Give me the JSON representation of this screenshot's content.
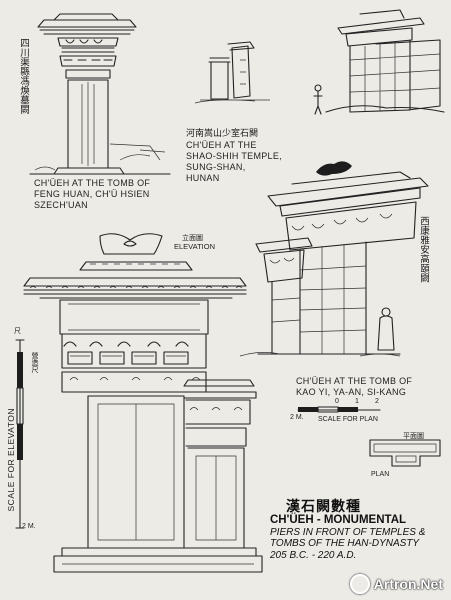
{
  "captions": {
    "fenghuan": "CH'ÜEH AT THE TOMB OF\nFENG HUAN, CH'Ü HSIEN\nSZECH'UAN",
    "shaoshih": "CH'ÜEH AT THE\nSHAO-SHIH TEMPLE,\nSUNG-SHAN,\nHUNAN",
    "kaoyi": "CH'ÜEH AT THE TOMB OF\nKAO YI, YA-AN, SI-KANG"
  },
  "chinese_labels": {
    "fenghuan": "四川渠縣馮煥墓闕",
    "shaoshih": "河南嵩山少室石闕",
    "kaoyi": "西康雅安高頤闕",
    "elevation": "立面圖",
    "plan": "平面圖",
    "scale_vertical": "營造尺"
  },
  "drawing_labels": {
    "elevation": "ELEVATION",
    "plan": "PLAN",
    "scale_for_plan": "SCALE FOR PLAN",
    "scale_for_elevation": "SCALE FOR ELEVATON",
    "scale_plan_ticks": [
      "2 M.",
      "0",
      "1",
      "2"
    ],
    "scale_elev_top": "尺",
    "scale_elev_bottom": "2 M."
  },
  "title": {
    "chinese": "漢石闕數種",
    "line1": "CH'ÜEH - MONUMENTAL",
    "line2": "PIERS IN FRONT OF TEMPLES &\nTOMBS OF THE HAN-DYNASTY",
    "line3": "205 B.C. - 220 A.D."
  },
  "watermark": {
    "text": "Artron.Net",
    "mark_icon": "artron-logo-icon"
  },
  "colors": {
    "paper": "#ecebe6",
    "ink": "#222222",
    "frame": "#000000",
    "watermark": "#ffffff"
  }
}
